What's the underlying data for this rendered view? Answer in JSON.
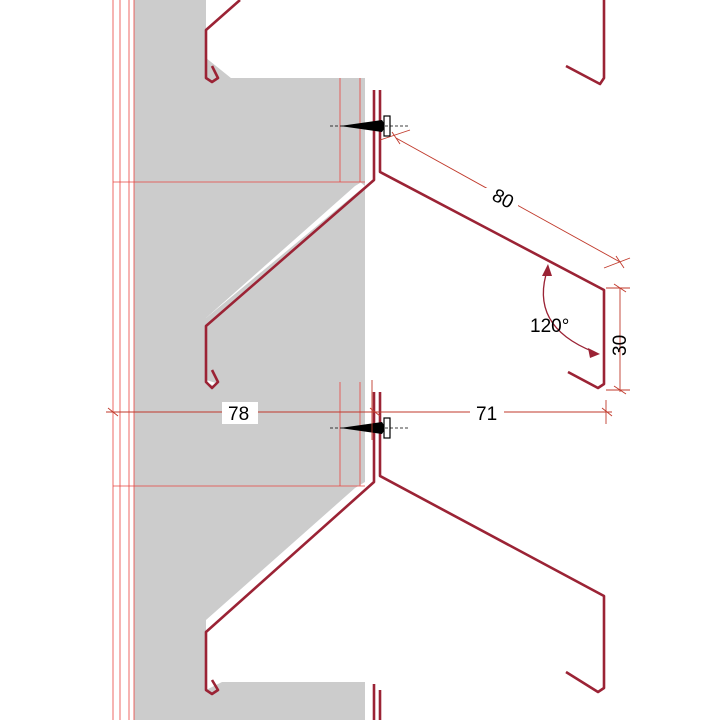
{
  "colors": {
    "background": "#ffffff",
    "wall_fill": "#cccccc",
    "profile": "#9b2335",
    "guide": "#e8443f",
    "dimension": "#c0392b",
    "text": "#000000",
    "fastener": "#000000"
  },
  "dimensions": {
    "slant_length": "80",
    "bend_angle": "120°",
    "lip_height": "30",
    "wall_offset": "78",
    "projection": "71"
  }
}
